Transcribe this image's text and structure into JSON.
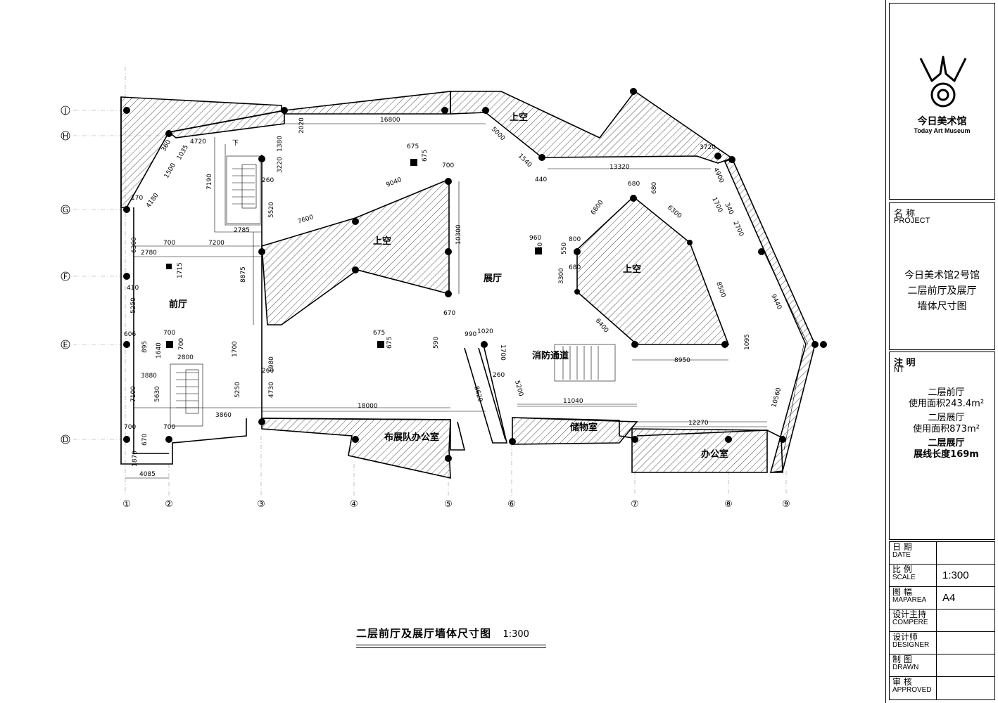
{
  "drawing": {
    "grid_rows": [
      "J",
      "H",
      "G",
      "F",
      "E",
      "D"
    ],
    "grid_cols": [
      "①",
      "②",
      "③",
      "④",
      "⑤",
      "⑥",
      "⑦",
      "⑧",
      "⑨"
    ],
    "rooms": {
      "lobby": "前厅",
      "hall": "展厅",
      "void1": "上空",
      "void2": "上空",
      "void3": "上空",
      "exhibit_office": "布展队办公室",
      "storage": "储物室",
      "office": "办公室",
      "fire_exit": "消防通道",
      "down": "下"
    },
    "dims": {
      "d16800": "16800",
      "d2020": "2020",
      "d4720": "4720",
      "d1380": "1380",
      "d3220": "3220",
      "d7190": "7190",
      "d5520": "5520",
      "d2785": "2785",
      "d260a": "260",
      "d4180": "4180",
      "d1500": "1500",
      "d1035": "1035",
      "d360": "360",
      "d170": "170",
      "d6300": "6300",
      "d2780": "2780",
      "d7200": "7200",
      "d700a": "700",
      "d1715": "1715",
      "d410": "410",
      "d5250a": "5250",
      "d8875": "8875",
      "d606": "606",
      "d895": "895",
      "d700b": "700",
      "d700c": "700",
      "d1640": "1640",
      "d2800": "2800",
      "d3880": "3880",
      "d7100": "7100",
      "d5630": "5630",
      "d3860": "3860",
      "d700d": "700",
      "d700e": "700",
      "d670a": "670",
      "d1870": "1870",
      "d4085": "4085",
      "d1700a": "1700",
      "d1980": "1980",
      "d260b": "260",
      "d5250b": "5250",
      "d4730": "4730",
      "d18000": "18000",
      "d675a": "675",
      "d675b": "675",
      "d675c": "675",
      "d675d": "675",
      "d9040": "9040",
      "d7600": "7600",
      "d700f": "700",
      "d10300": "10300",
      "d670b": "670",
      "d5000": "5000",
      "d1540": "1540",
      "d440": "440",
      "d13320": "13320",
      "d3720": "3720",
      "d4900": "4900",
      "d1700b": "1700",
      "d340": "340",
      "d2700": "2700",
      "d9440": "9440",
      "d10560": "10560",
      "d680a": "680",
      "d680b": "680",
      "d6600": "6600",
      "d6300b": "6300",
      "d800": "800",
      "d960": "960",
      "d930": "930",
      "d550": "550",
      "d680c": "680",
      "d3300": "3300",
      "d8500": "8500",
      "d6400": "6400",
      "d8950": "8950",
      "d1095": "1095",
      "d990": "990",
      "d1020": "1020",
      "d590": "590",
      "d1700c": "1700",
      "d260c": "260",
      "d8620": "8620",
      "d5200": "5200",
      "d11040": "11040",
      "d12270": "12270"
    },
    "title": "二层前厅及展厅墙体尺寸图",
    "title_scale": "1:300"
  },
  "titleblock": {
    "logo_cn": "今日美术馆",
    "logo_en": "Today Art Museum",
    "project_cn": "名 称",
    "project_en": "PROJECT",
    "project_name_1": "今日美术馆2号馆",
    "project_name_2": "二层前厅及展厅",
    "project_name_3": "墙体尺寸图",
    "note_cn": "注 明",
    "note_en": "NT",
    "note_1": "二层前厅",
    "note_2": "使用面积243.4m²",
    "note_3": "二层展厅",
    "note_4": "使用面积873m²",
    "note_5": "二层展厅",
    "note_6": "展线长度169m",
    "date_cn": "日 期",
    "date_en": "DATE",
    "date_val": "",
    "scale_cn": "比 例",
    "scale_en": "SCALE",
    "scale_val": "1:300",
    "maparea_cn": "图 幅",
    "maparea_en": "MAPAREA",
    "maparea_val": "A4",
    "compere_cn": "设计主持",
    "compere_en": "COMPERE",
    "compere_val": "",
    "designer_cn": "设计师",
    "designer_en": "DESIGNER",
    "designer_val": "",
    "drawn_cn": "制 图",
    "drawn_en": "DRAWN",
    "drawn_val": "",
    "approved_cn": "审 核",
    "approved_en": "APPROVED",
    "approved_val": ""
  }
}
